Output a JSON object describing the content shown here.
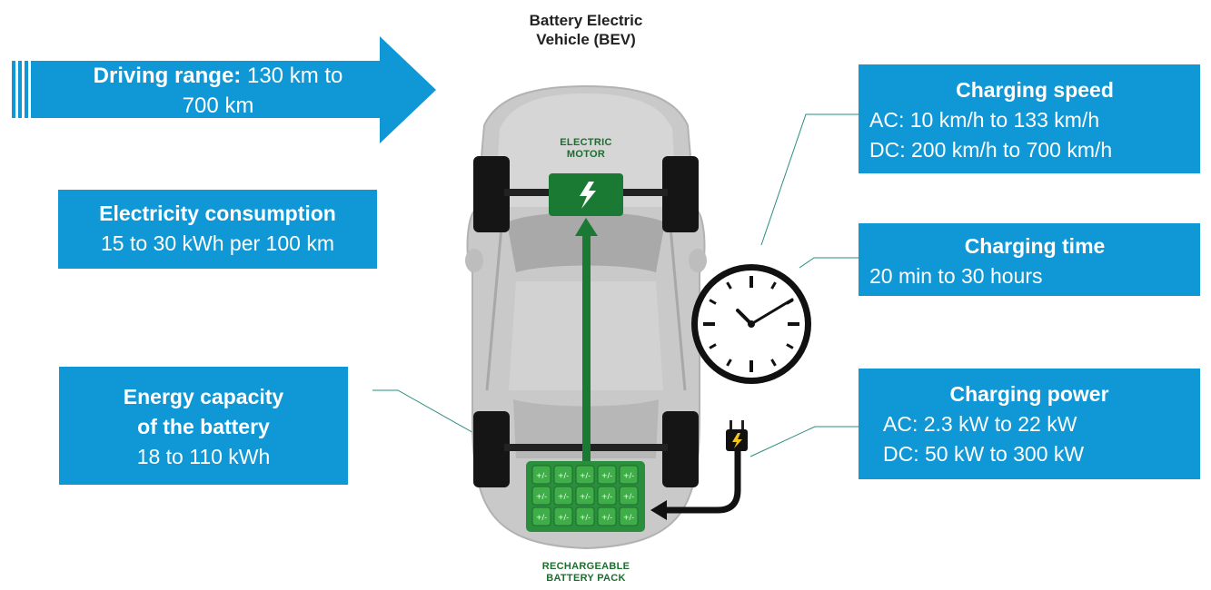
{
  "title": {
    "line1": "Battery Electric",
    "line2": "Vehicle (BEV)"
  },
  "driving_range": {
    "label": "Driving range:",
    "value_a": "130 km to",
    "value_b": "700 km"
  },
  "electricity_consumption": {
    "title": "Electricity consumption",
    "value": "15 to 30 kWh per 100 km"
  },
  "energy_capacity": {
    "title_line1": "Energy capacity",
    "title_line2": "of the battery",
    "value": "18 to 110 kWh"
  },
  "charging_speed": {
    "title": "Charging speed",
    "ac": "AC: 10 km/h to 133 km/h",
    "dc": "DC: 200 km/h to 700 km/h"
  },
  "charging_time": {
    "title": "Charging time",
    "value": "20 min to 30 hours"
  },
  "charging_power": {
    "title": "Charging power",
    "ac": "AC: 2.3 kW to 22 kW",
    "dc": "DC: 50 kW to 300 kW"
  },
  "labels": {
    "motor_line1": "ELECTRIC",
    "motor_line2": "MOTOR",
    "battery_line1": "RECHARGEABLE",
    "battery_line2": "BATTERY PACK",
    "cell": "+/-"
  },
  "colors": {
    "box_blue": "#0f97d6",
    "motor_green": "#1a7a34",
    "cell_green": "#3fae49",
    "car_grey": "#c4c4c4"
  },
  "icons": [
    "clock-icon",
    "plug-icon",
    "lightning-icon",
    "arrow-right-icon"
  ]
}
